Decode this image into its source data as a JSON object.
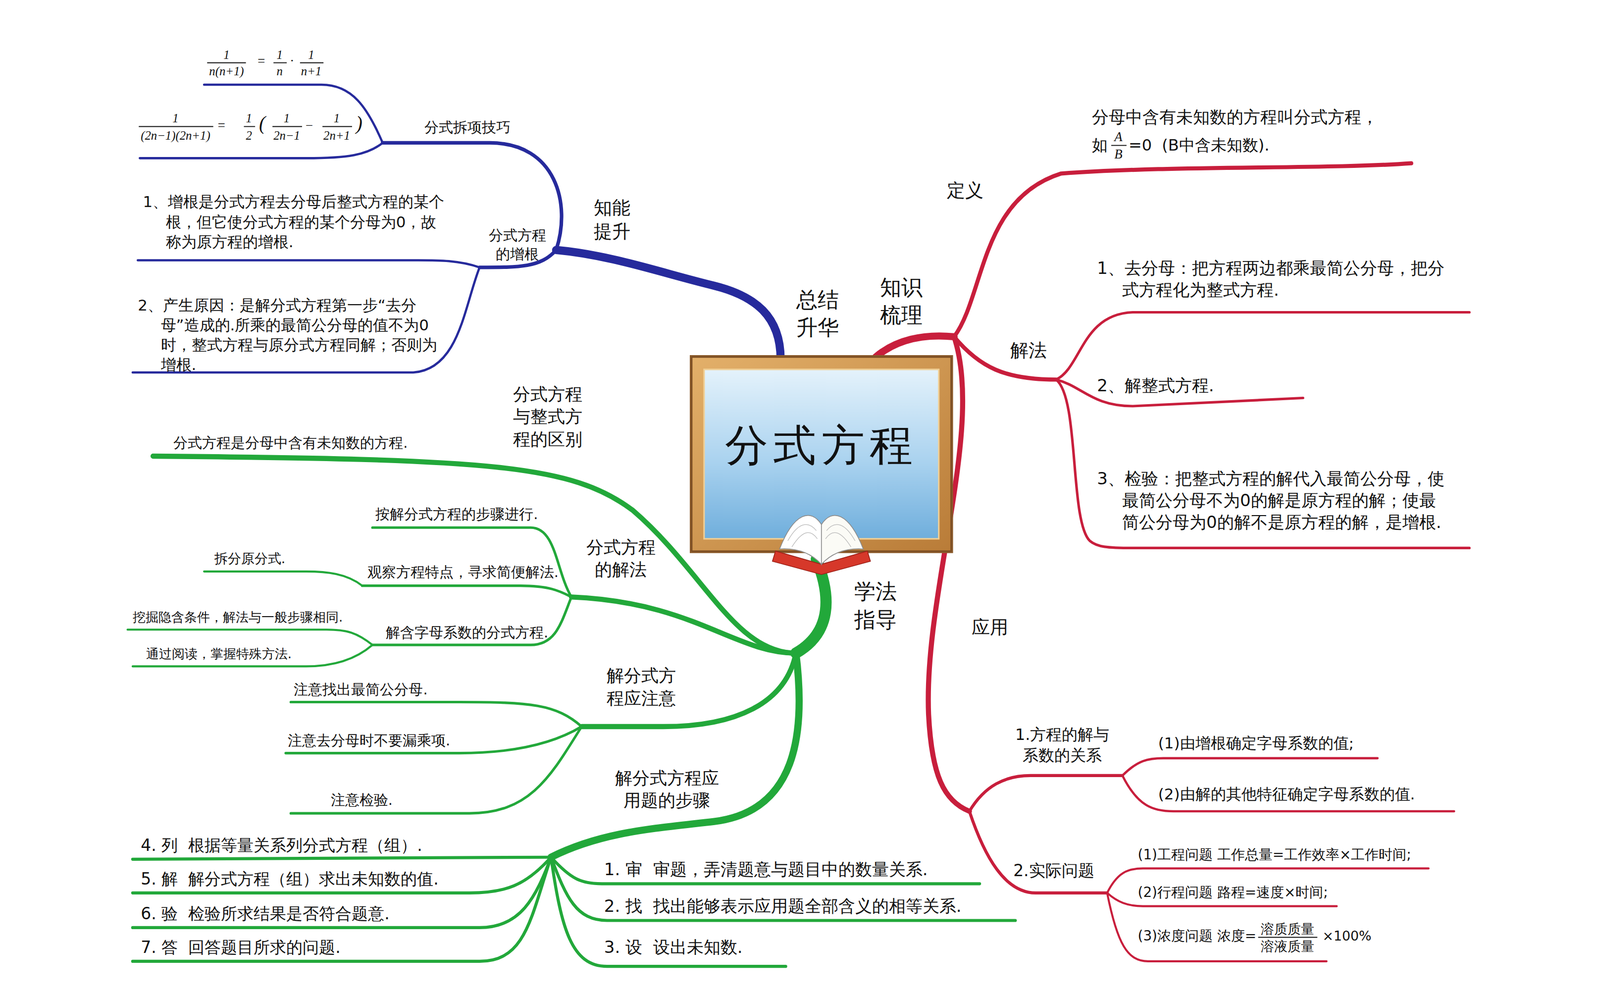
{
  "diagram": {
    "nodes": [
      {
        "text": [
          "分式方程"
        ]
      }
    ],
    "labels": [
      "知识梳理",
      "定义",
      "分母中含有未知数的方程叫分式方程，",
      "如",
      "A",
      "B",
      "=0  (B中含未知数).",
      "解法",
      "1、去分母：把方程两边都乘最简公分母，把分式方程化为整式方程.",
      "2、解整式方程.",
      "3、检验：把整式方程的解代入最简公分母，使最简公分母不为0的解是原方程的解；使最简公分母为0的解不是原方程的解，是增根.",
      "应用",
      "1.方程的解与系数的关系",
      "(1)由增根确定字母系数的值;",
      "(2)由解的其他特征确定字母系数的值.",
      "2.实际问题",
      "(1)工程问题 工作总量=工作效率×工作时间;",
      "(2)行程问题 路程=速度×时间;",
      "(3)浓度问题 浓度=",
      "溶质质量",
      "溶液质量",
      "×100%",
      "总结升华",
      "知能提升",
      "分式拆项技巧",
      "1",
      "n(n+1)",
      "=",
      "1",
      "n",
      "·",
      "1",
      "n+1",
      "1",
      "(2n−1)(2n+1)",
      "=",
      "1",
      "2",
      "(",
      "1",
      "2n−1",
      "−",
      "1",
      "2n+1",
      ")",
      "分式方程的增根",
      "1、增根是分式方程去分母后整式方程的某个根，但它使分式方程的某个分母为0，故称为原方程的增根.",
      "2、产生原因：是解分式方程第一步“去分母”造成的.所乘的最简公分母的值不为0时，整式方程与原分式方程同解；否则为增根.",
      "学法指导",
      "分式方程与整式方程的区别",
      "分式方程是分母中含有未知数的方程.",
      "分式方程的解法",
      "按解分式方程的步骤进行.",
      "观察方程特点，寻求简便解法.",
      "拆分原分式.",
      "解含字母系数的分式方程.",
      "挖掘隐含条件，解法与一般步骤相同.",
      "通过阅读，掌握特殊方法.",
      "解分式方程应注意",
      "注意找出最简公分母.",
      "注意去分母时不要漏乘项.",
      "注意检验.",
      "解分式方程应用题的步骤",
      "4. 列  根据等量关系列分式方程（组）.",
      "5. 解  解分式方程（组）求出未知数的值.",
      "6. 验  检验所求结果是否符合题意.",
      "7. 答  回答题目所求的问题.",
      "1. 审  审题，弄清题意与题目中的数量关系.",
      "2. 找  找出能够表示应用题全部含义的相等关系.",
      "3. 设  设出未知数."
    ]
  }
}
